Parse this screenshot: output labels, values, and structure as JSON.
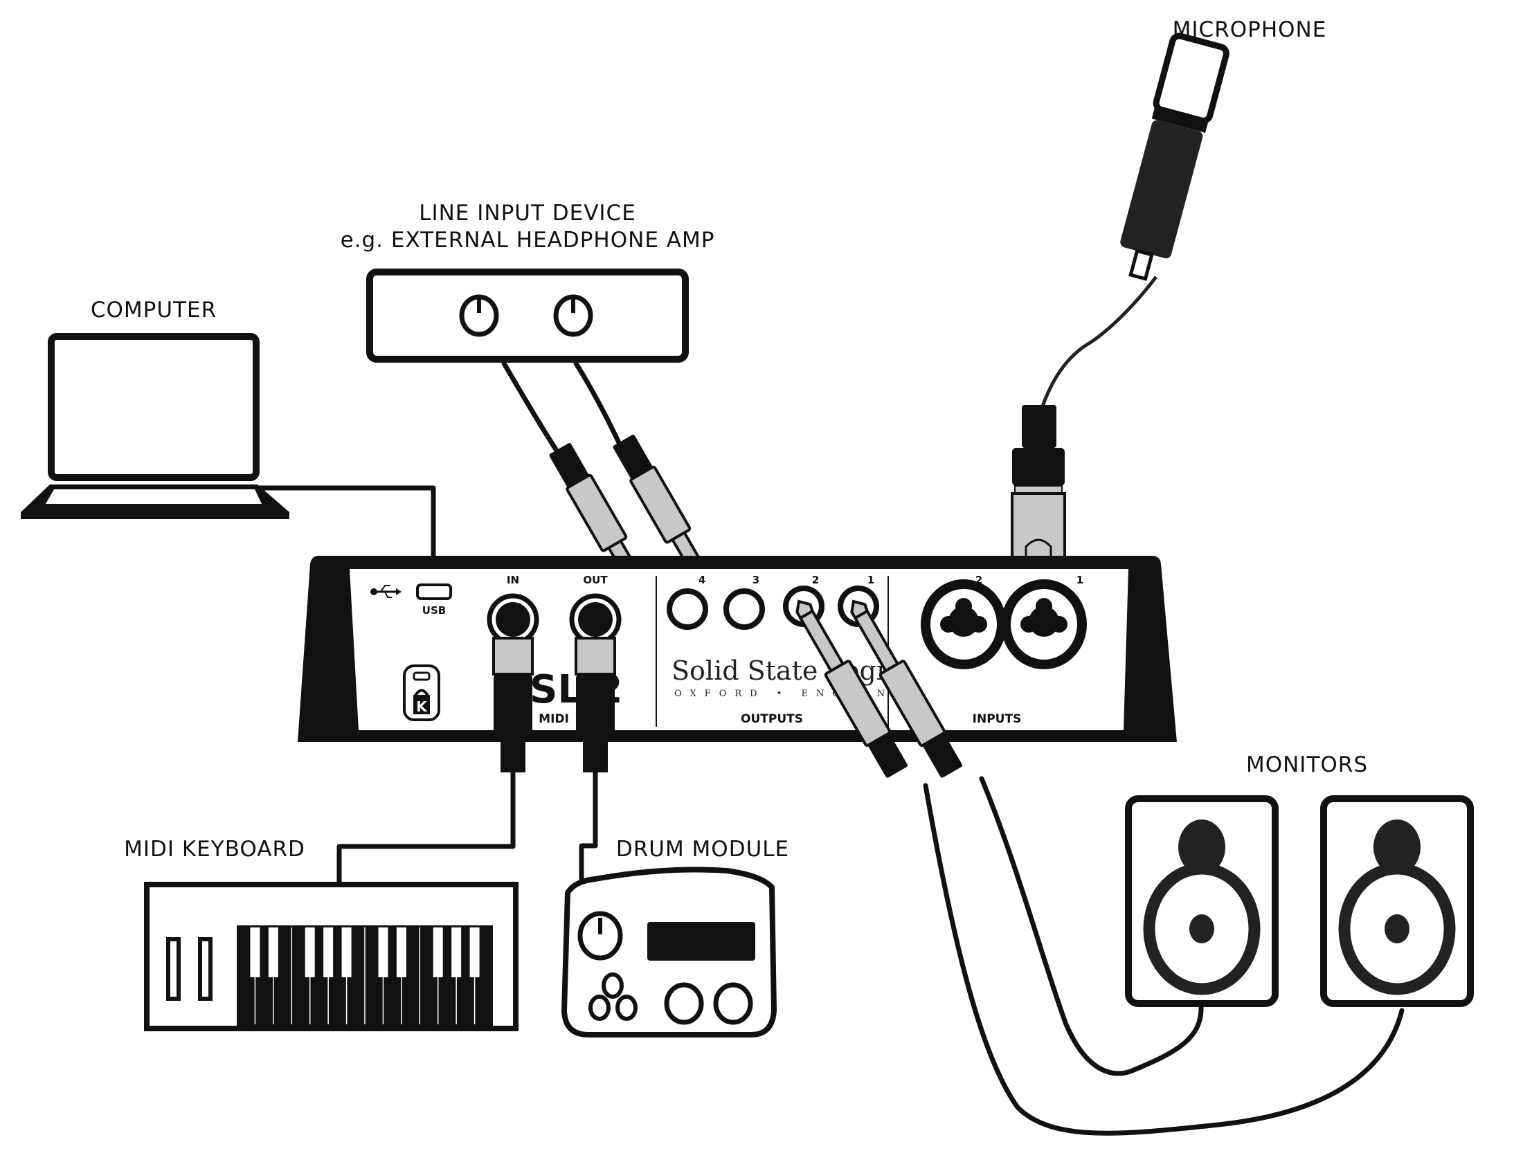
{
  "labels": {
    "computer": "COMPUTER",
    "line_input_line1": "LINE INPUT DEVICE",
    "line_input_line2": "e.g. EXTERNAL HEADPHONE AMP",
    "microphone": "MICROPHONE",
    "midi_keyboard": "MIDI KEYBOARD",
    "drum_module": "DRUM MODULE",
    "monitors": "MONITORS"
  },
  "interface": {
    "usb_label": "USB",
    "midi_in": "IN",
    "midi_out": "OUT",
    "midi_section": "MIDI",
    "model_partial": "SL 2",
    "outputs_section": "OUTPUTS",
    "inputs_section": "INPUTS",
    "output_numbers": [
      "4",
      "3",
      "2",
      "1"
    ],
    "input_numbers": [
      "2",
      "1"
    ],
    "brand_name": "Solid State Logic",
    "brand_sub": "OXFORD • ENGLAND"
  },
  "colors": {
    "ink": "#111111",
    "plug_grey": "#c8c8c6",
    "background": "#ffffff"
  }
}
